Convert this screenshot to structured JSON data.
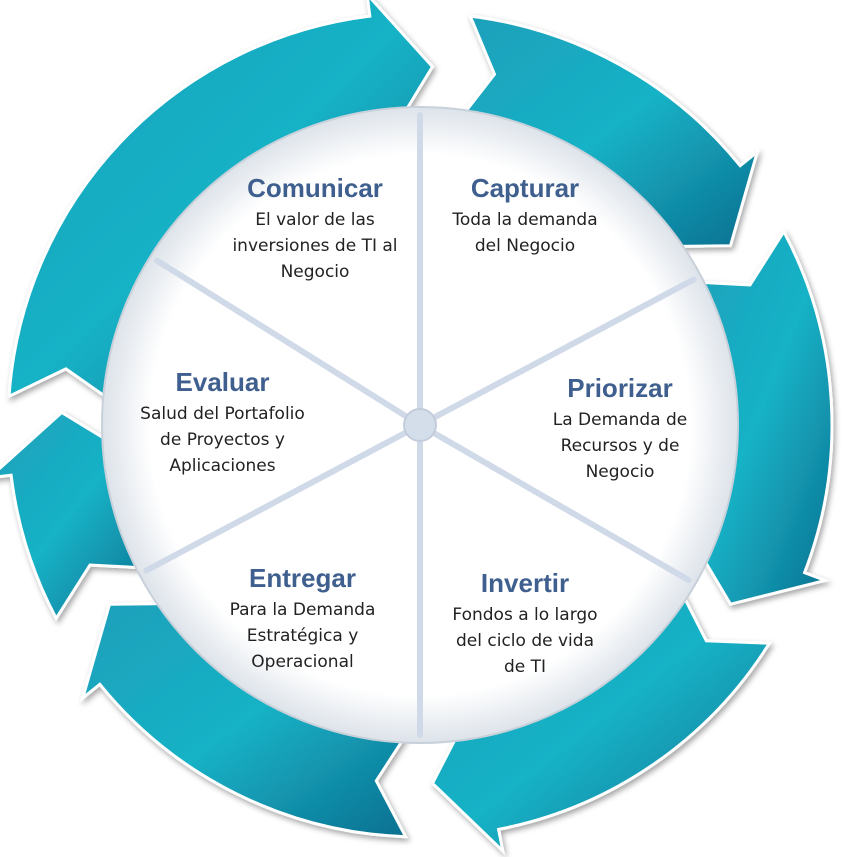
{
  "colors": {
    "arrow_light": "#18b3c3",
    "arrow_dark": "#0e6e8e",
    "spoke": "#cfd9e8",
    "title": "#3f5f8e",
    "text": "#222222"
  },
  "segments": [
    {
      "id": "comunicar",
      "title": "Comunicar",
      "lines": [
        "El valor de las",
        "inversiones de TI al",
        "Negocio"
      ]
    },
    {
      "id": "capturar",
      "title": "Capturar",
      "lines": [
        "Toda la demanda",
        "del Negocio"
      ]
    },
    {
      "id": "priorizar",
      "title": "Priorizar",
      "lines": [
        "La Demanda de",
        "Recursos y de",
        "Negocio"
      ]
    },
    {
      "id": "invertir",
      "title": "Invertir",
      "lines": [
        "Fondos a lo largo",
        "del ciclo de vida",
        "de TI"
      ]
    },
    {
      "id": "entregar",
      "title": "Entregar",
      "lines": [
        "Para la Demanda",
        "Estratégica y",
        "Operacional"
      ]
    },
    {
      "id": "evaluar",
      "title": "Evaluar",
      "lines": [
        "Salud del Portafolio",
        "de Proyectos y",
        "Aplicaciones"
      ]
    }
  ]
}
